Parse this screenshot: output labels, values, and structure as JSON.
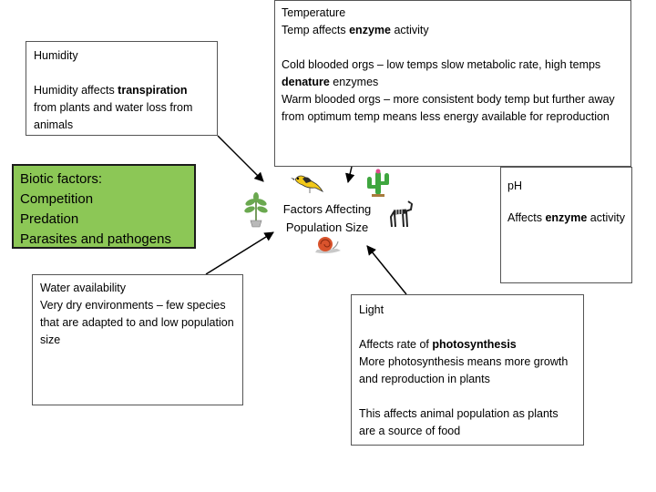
{
  "temperature": {
    "title": "Temperature",
    "line1_pre": "Temp affects ",
    "line1_bold": "enzyme",
    "line1_post": " activity",
    "para2_pre": "Cold blooded orgs – low temps slow metabolic rate, high temps ",
    "para2_bold": "denature",
    "para2_post": " enzymes",
    "para3": "Warm blooded orgs – more consistent body temp but further away from optimum temp means less energy available for reproduction"
  },
  "humidity": {
    "title": "Humidity",
    "text_pre": "Humidity affects ",
    "text_bold": "transpiration",
    "text_post": " from plants and water loss from animals"
  },
  "biotic": {
    "title": "Biotic factors:",
    "items": [
      "Competition",
      "Predation",
      "Parasites and pathogens"
    ],
    "fill_color": "#8cc756"
  },
  "water": {
    "title": "Water availability",
    "text": "Very dry environments – few species that are adapted to and low population size"
  },
  "ph": {
    "title": "pH",
    "text_pre": "Affects ",
    "text_bold": "enzyme",
    "text_post": " activity"
  },
  "light": {
    "title": "Light",
    "para1_pre": "Affects rate of ",
    "para1_bold": "photosynthesis",
    "para2": "More photosynthesis means more growth and reproduction in plants",
    "para3": "This affects animal population as plants are a source of food"
  },
  "center": {
    "label": "Factors Affecting Population Size",
    "icons": [
      "bird-icon",
      "cactus-icon",
      "plant-icon",
      "zebra-icon",
      "snail-icon"
    ]
  }
}
